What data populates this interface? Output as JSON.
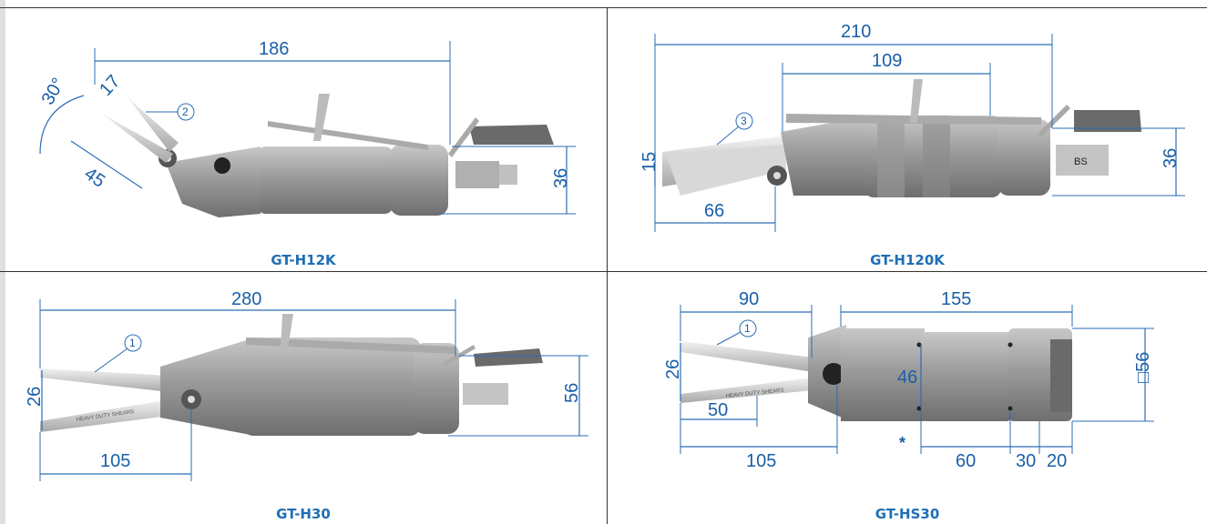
{
  "panels": {
    "h12k": {
      "caption": "GT-H12K",
      "dims": {
        "length": "186",
        "angle": "30°",
        "jaw": "17",
        "cut": "45",
        "height": "36"
      },
      "callout": "2"
    },
    "h120k": {
      "caption": "GT-H120K",
      "dims": {
        "length": "210",
        "mid": "109",
        "tip": "15",
        "blade": "66",
        "height": "36"
      },
      "callout": "3",
      "valve_text": "BS"
    },
    "h30": {
      "caption": "GT-H30",
      "dims": {
        "length": "280",
        "tip": "26",
        "blade": "105",
        "height": "56"
      },
      "callout": "1",
      "blade_text": "HEAVY DUTY SHEARS"
    },
    "hs30": {
      "caption": "GT-HS30",
      "dims": {
        "blade_len": "90",
        "body_len": "155",
        "tip": "26",
        "blade_a": "50",
        "blade_b": "105",
        "hole": "46",
        "d60": "60",
        "d30": "30",
        "d20": "20",
        "square": "□56"
      },
      "callout": "1",
      "note": "*",
      "blade_text": "HEAVY DUTY SHEARS"
    }
  },
  "colors": {
    "dimension": "#1a5fa8",
    "caption": "#1f6fb5",
    "tool": "#9a9a9a"
  }
}
